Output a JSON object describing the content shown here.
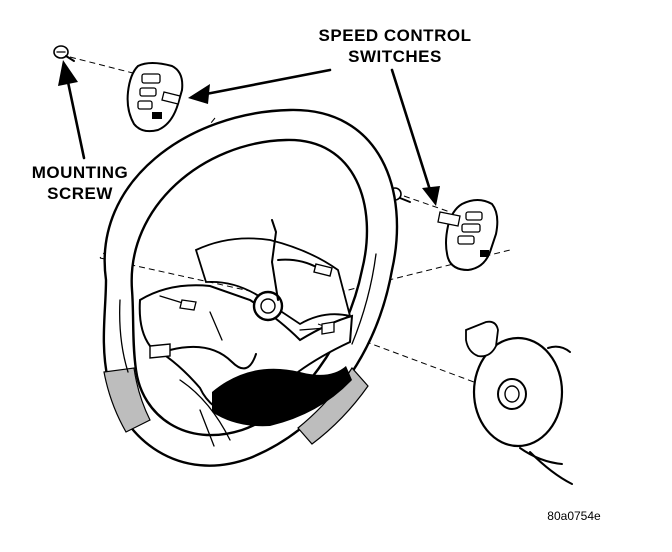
{
  "labels": {
    "speed_control_line1": "SPEED CONTROL",
    "speed_control_line2": "SWITCHES",
    "mounting_line1": "MOUNTING",
    "mounting_line2": "SCREW",
    "figure_id": "80a0754e"
  },
  "colors": {
    "ink": "#000000",
    "paper": "#ffffff",
    "rim_shade": "#bdbdbd"
  }
}
